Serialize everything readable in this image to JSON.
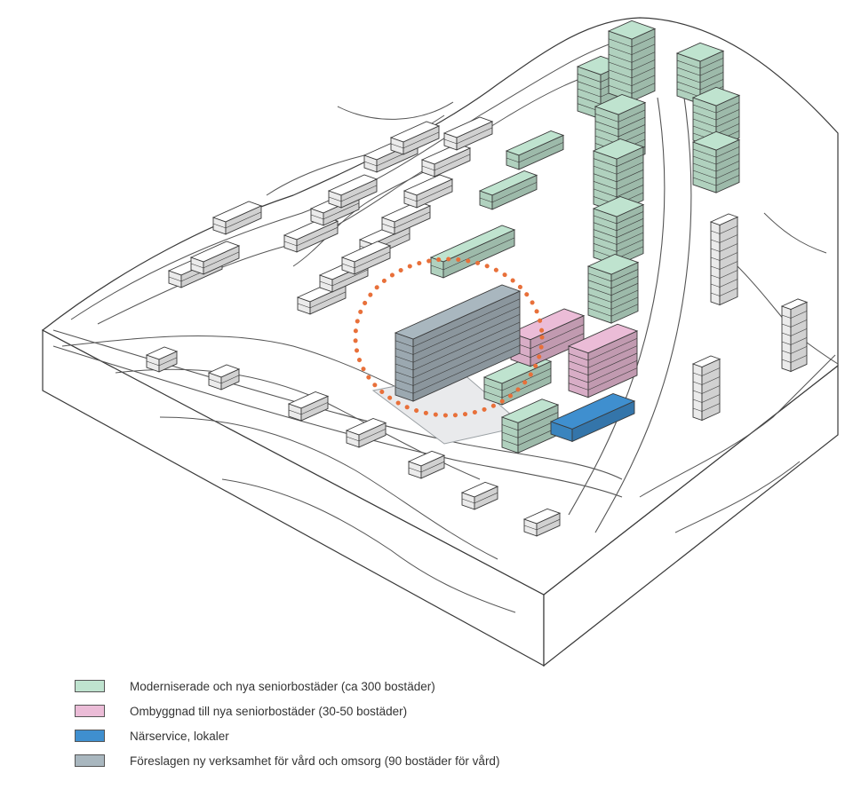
{
  "colors": {
    "senior_green": "#bfe3cf",
    "rebuild_pink": "#ebbcd7",
    "service_blue": "#3f8fcf",
    "care_grey": "#a9b7bf",
    "outline": "#3a3a3a",
    "study_circle": "#e8703a",
    "terrain_line": "#555555"
  },
  "legend": {
    "items": [
      {
        "key": "senior_green",
        "color": "#bfe3cf",
        "label": "Moderniserade och nya seniorbostäder (ca 300 bostäder)"
      },
      {
        "key": "rebuild_pink",
        "color": "#ebbcd7",
        "label": "Ombyggnad till nya seniorbostäder (30-50 bostäder)"
      },
      {
        "key": "service_blue",
        "color": "#3f8fcf",
        "label": "Närservice, lokaler"
      },
      {
        "key": "care_grey",
        "color": "#a9b7bf",
        "label": "Föreslagen ny verksamhet för vård och omsorg (90 bostäder för vård)"
      }
    ]
  }
}
